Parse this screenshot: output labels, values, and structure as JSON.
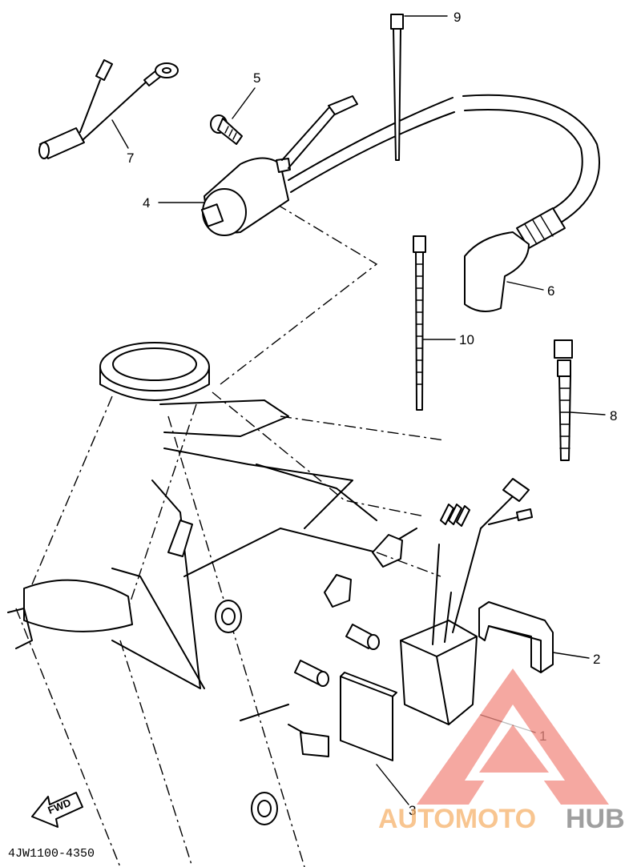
{
  "diagram": {
    "part_code": "4JW1100-4350",
    "direction_label": "FWD",
    "callouts": [
      {
        "id": "1",
        "label": "1"
      },
      {
        "id": "2",
        "label": "2"
      },
      {
        "id": "3",
        "label": "3"
      },
      {
        "id": "4",
        "label": "4"
      },
      {
        "id": "5",
        "label": "5"
      },
      {
        "id": "6",
        "label": "6"
      },
      {
        "id": "7",
        "label": "7"
      },
      {
        "id": "8",
        "label": "8"
      },
      {
        "id": "9",
        "label": "9"
      },
      {
        "id": "10",
        "label": "10"
      }
    ]
  },
  "watermark": {
    "text_a": "AUTOMOTO",
    "text_b": "HUB",
    "color_a": "#f6b26b",
    "color_b": "#7f7f7f",
    "logo_color": "#f28b82"
  }
}
